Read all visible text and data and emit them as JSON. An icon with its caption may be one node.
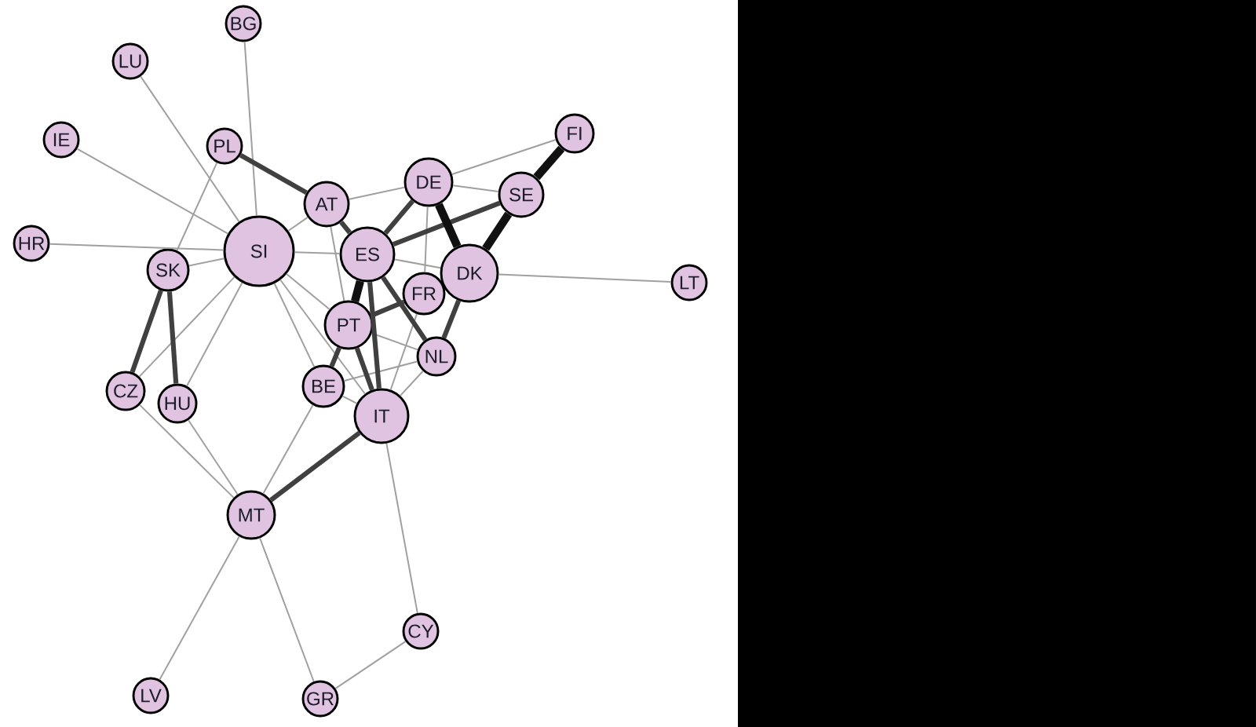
{
  "diagram": {
    "nodes": [
      {
        "text": [
          "BG"
        ]
      },
      {
        "text": [
          "LU"
        ]
      },
      {
        "text": [
          "FI"
        ]
      },
      {
        "text": [
          "IE"
        ]
      },
      {
        "text": [
          "PL"
        ]
      },
      {
        "text": [
          "DE"
        ]
      },
      {
        "text": [
          "SE"
        ]
      },
      {
        "text": [
          "AT"
        ]
      },
      {
        "text": [
          "HR"
        ]
      },
      {
        "text": [
          "SI"
        ]
      },
      {
        "text": [
          "ES"
        ]
      },
      {
        "text": [
          "SK"
        ]
      },
      {
        "text": [
          "DK"
        ]
      },
      {
        "text": [
          "LT"
        ]
      },
      {
        "text": [
          "FR"
        ]
      },
      {
        "text": [
          "PT"
        ]
      },
      {
        "text": [
          "NL"
        ]
      },
      {
        "text": [
          "BE"
        ]
      },
      {
        "text": [
          "CZ"
        ]
      },
      {
        "text": [
          "HU"
        ]
      },
      {
        "text": [
          "IT"
        ]
      },
      {
        "text": [
          "MT"
        ]
      },
      {
        "text": [
          "CY"
        ]
      },
      {
        "text": [
          "LV"
        ]
      },
      {
        "text": [
          "GR"
        ]
      }
    ],
    "edges": [
      {
        "from": 0,
        "to": 9,
        "arrow": "none"
      },
      {
        "from": 1,
        "to": 9,
        "arrow": "none"
      },
      {
        "from": 3,
        "to": 9,
        "arrow": "none"
      },
      {
        "from": 8,
        "to": 9,
        "arrow": "none"
      },
      {
        "from": 4,
        "to": 11,
        "arrow": "none"
      },
      {
        "from": 11,
        "to": 9,
        "arrow": "none"
      },
      {
        "from": 18,
        "to": 9,
        "arrow": "none"
      },
      {
        "from": 19,
        "to": 9,
        "arrow": "none"
      },
      {
        "from": 18,
        "to": 21,
        "arrow": "none"
      },
      {
        "from": 19,
        "to": 21,
        "arrow": "none"
      },
      {
        "from": 21,
        "to": 17,
        "arrow": "none"
      },
      {
        "from": 21,
        "to": 23,
        "arrow": "none"
      },
      {
        "from": 21,
        "to": 24,
        "arrow": "none"
      },
      {
        "from": 24,
        "to": 22,
        "arrow": "none"
      },
      {
        "from": 22,
        "to": 20,
        "arrow": "none"
      },
      {
        "from": 9,
        "to": 7,
        "arrow": "none"
      },
      {
        "from": 9,
        "to": 10,
        "arrow": "none"
      },
      {
        "from": 9,
        "to": 15,
        "arrow": "none"
      },
      {
        "from": 9,
        "to": 17,
        "arrow": "none"
      },
      {
        "from": 9,
        "to": 20,
        "arrow": "none"
      },
      {
        "from": 7,
        "to": 5,
        "arrow": "none"
      },
      {
        "from": 7,
        "to": 15,
        "arrow": "none"
      },
      {
        "from": 5,
        "to": 2,
        "arrow": "none"
      },
      {
        "from": 5,
        "to": 6,
        "arrow": "none"
      },
      {
        "from": 12,
        "to": 13,
        "arrow": "none"
      },
      {
        "from": 10,
        "to": 12,
        "arrow": "none"
      },
      {
        "from": 5,
        "to": 14,
        "arrow": "none"
      },
      {
        "from": 15,
        "to": 16,
        "arrow": "none"
      },
      {
        "from": 20,
        "to": 16,
        "arrow": "none"
      },
      {
        "from": 20,
        "to": 14,
        "arrow": "none"
      },
      {
        "from": 17,
        "to": 20,
        "arrow": "none"
      },
      {
        "from": 17,
        "to": 16,
        "arrow": "none"
      },
      {
        "from": 4,
        "to": 7,
        "arrow": "none",
        "style": "thick",
        "color": "#404040"
      },
      {
        "from": 7,
        "to": 10,
        "arrow": "none",
        "style": "thick",
        "color": "#404040"
      },
      {
        "from": 11,
        "to": 18,
        "arrow": "none",
        "style": "thick",
        "color": "#404040"
      },
      {
        "from": 11,
        "to": 19,
        "arrow": "none",
        "style": "thick",
        "color": "#404040"
      },
      {
        "from": 10,
        "to": 5,
        "arrow": "none",
        "style": "thick",
        "color": "#404040"
      },
      {
        "from": 10,
        "to": 6,
        "arrow": "none",
        "style": "thick",
        "color": "#404040"
      },
      {
        "from": 10,
        "to": 20,
        "arrow": "none",
        "style": "thick",
        "color": "#404040"
      },
      {
        "from": 10,
        "to": 16,
        "arrow": "none",
        "style": "thick",
        "color": "#404040"
      },
      {
        "from": 15,
        "to": 14,
        "arrow": "none",
        "style": "thick",
        "color": "#404040"
      },
      {
        "from": 15,
        "to": 20,
        "arrow": "none",
        "style": "thick",
        "color": "#404040"
      },
      {
        "from": 15,
        "to": 17,
        "arrow": "none",
        "style": "thick",
        "color": "#404040"
      },
      {
        "from": 20,
        "to": 21,
        "arrow": "none",
        "style": "thick",
        "color": "#404040"
      },
      {
        "from": 12,
        "to": 16,
        "arrow": "none",
        "style": "thick",
        "color": "#404040"
      },
      {
        "from": 10,
        "to": 15,
        "arrow": "none",
        "style": "thick",
        "color": "#111111"
      },
      {
        "from": 5,
        "to": 12,
        "arrow": "none",
        "style": "thick",
        "color": "#111111"
      },
      {
        "from": 6,
        "to": 12,
        "arrow": "none",
        "style": "thick",
        "color": "#111111"
      },
      {
        "from": 2,
        "to": 6,
        "arrow": "none",
        "style": "thick",
        "color": "#111111"
      }
    ]
  }
}
